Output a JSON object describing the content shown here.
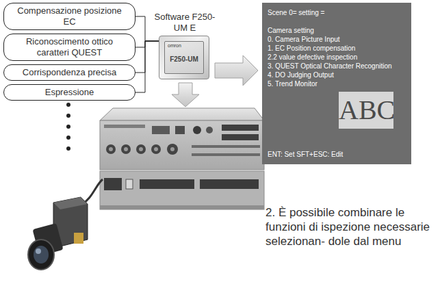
{
  "diagram": {
    "nodes": [
      {
        "text": [
          "Compensazione posizione EC"
        ]
      },
      {
        "text": [
          "Riconoscimento ottico caratteri QUEST"
        ]
      },
      {
        "text": [
          "Corrispondenza precisa"
        ]
      },
      {
        "text": [
          "Espressione"
        ]
      },
      {
        "text": [
          "Software F250-UM E",
          "omron",
          "F250-UM"
        ]
      },
      {
        "text": [
          "Scene 0= setting =",
          "Camera setting",
          "0. Camera Picture Input",
          "1. EC Position compensation",
          "2.2 value defective inspection",
          "3. QUEST Optical Character Recognition",
          "4. DO Judging Output",
          "5. Trend Monitor",
          "ENT: Set SFT+ESC: Edit"
        ]
      },
      {
        "text": [
          "ABC"
        ],
        "in": 5
      }
    ],
    "edges": [
      {
        "from": 0,
        "to": 4,
        "arrow": "none"
      },
      {
        "from": 1,
        "to": 4,
        "arrow": "none"
      },
      {
        "from": 2,
        "to": 4,
        "arrow": "none"
      },
      {
        "from": 3,
        "to": 4,
        "arrow": "none"
      },
      {
        "from": 4,
        "to": 5,
        "arrow": "to"
      }
    ],
    "labels": [
      "2. È possibile combinare le funzioni di ispezione necessarie selezionan- dole dal menu"
    ]
  }
}
